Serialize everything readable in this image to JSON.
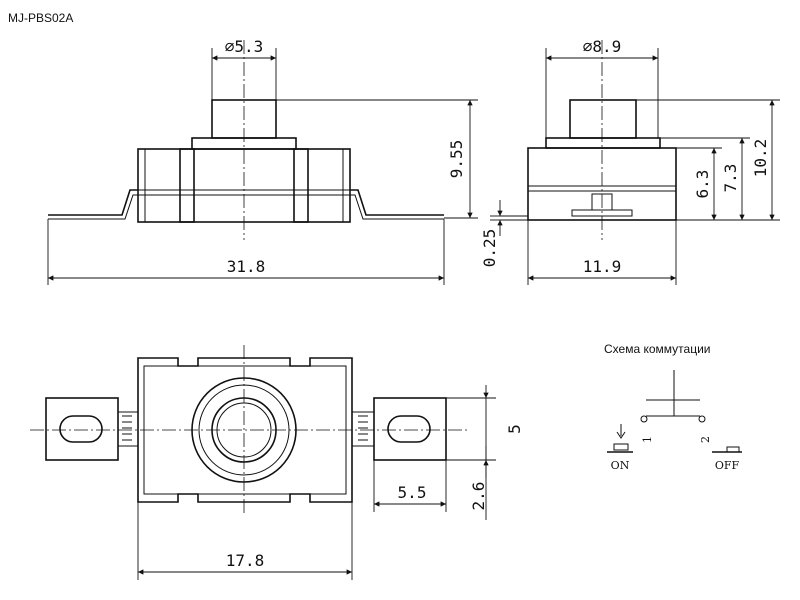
{
  "title": "MJ-PBS02A",
  "dims": {
    "cap_dia_front": "⌀5.3",
    "cap_dia_side": "⌀8.9",
    "height_front": "9.55",
    "lead_thickness": "0.25",
    "body_height": "6.3",
    "height_mid": "7.3",
    "total_height": "10.2",
    "total_length": "31.8",
    "body_width_side": "11.9",
    "tab_width": "5",
    "tab_length": "5.5",
    "tab_offset": "2.6",
    "body_length_top": "17.8"
  },
  "schema": {
    "title": "Схема  коммутации",
    "pin1": "1",
    "pin2": "2",
    "on": "ON",
    "off": "OFF"
  }
}
